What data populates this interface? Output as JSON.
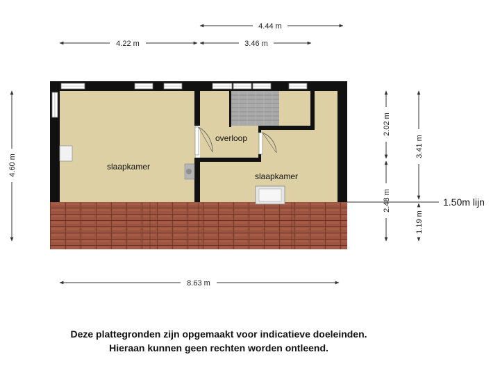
{
  "rooms": [
    {
      "name": "slaapkamer"
    },
    {
      "name": "overloop"
    },
    {
      "name": "slaapkamer"
    }
  ],
  "dimensions": {
    "top_total": "4.44 m",
    "top_left": "4.22 m",
    "top_right": "3.46 m",
    "bottom": "8.63 m",
    "left": "4.60 m",
    "right_upper": "2.02 m",
    "right_lower": "2.48 m",
    "right_outer_upper": "3.41 m",
    "right_outer_lower": "1.19 m"
  },
  "line_label": "1.50m lijn",
  "disclaimer": {
    "line1": "Deze plattegronden zijn opgemaakt voor indicatieve doeleinden.",
    "line2": "Hieraan kunnen geen rechten worden ontleend."
  },
  "colors": {
    "floor": "#ddd0a4",
    "wall": "#111111",
    "roof": "#9c5440",
    "roof_line": "#6e3626",
    "stair": "#a9a9a9"
  }
}
